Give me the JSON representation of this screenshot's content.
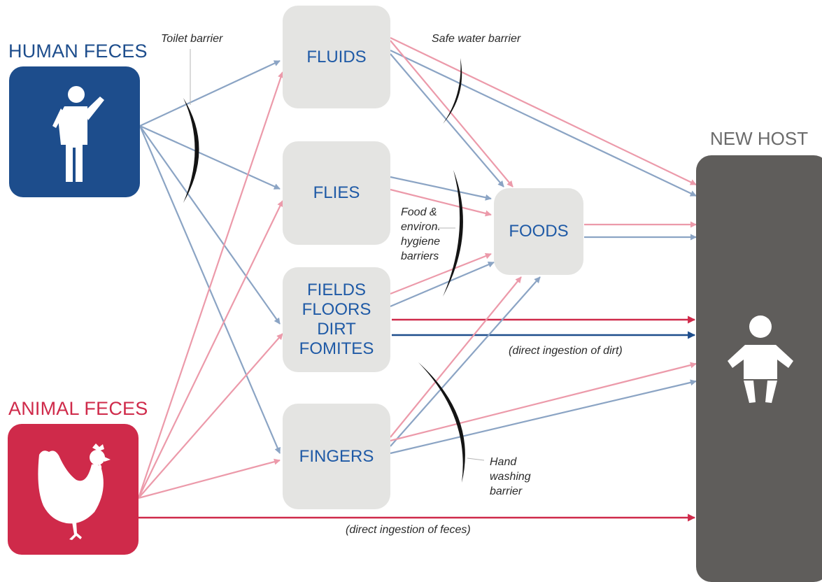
{
  "sources": {
    "human": {
      "label": "HUMAN FECES",
      "color": "#1d4d8c",
      "icon": "person-icon"
    },
    "animal": {
      "label": "ANIMAL FECES",
      "color": "#cf2a4a",
      "icon": "chicken-icon"
    }
  },
  "host": {
    "label": "NEW HOST",
    "color": "#5f5d5b",
    "icon": "baby-icon"
  },
  "nodes": {
    "fluids": "FLUIDS",
    "flies": "FLIES",
    "fields": [
      "FIELDS",
      "FLOORS",
      "DIRT",
      "FOMITES"
    ],
    "fingers": "FINGERS",
    "foods": "FOODS"
  },
  "barriers": {
    "toilet": "Toilet barrier",
    "safe_water": "Safe water barrier",
    "food_hygiene": [
      "Food &",
      "environ.",
      "hygiene",
      "barriers"
    ],
    "hand_washing": [
      "Hand",
      "washing",
      "barrier"
    ]
  },
  "annotations": {
    "dirt": "(direct ingestion of dirt)",
    "feces": "(direct ingestion of feces)"
  },
  "colors": {
    "human_path": "#8ba4c4",
    "animal_path": "#ec9aaa",
    "direct_red": "#cf2a4a",
    "direct_blue": "#1d4d8c",
    "node_fill": "#e4e4e2",
    "node_text": "#1f5aa6"
  }
}
